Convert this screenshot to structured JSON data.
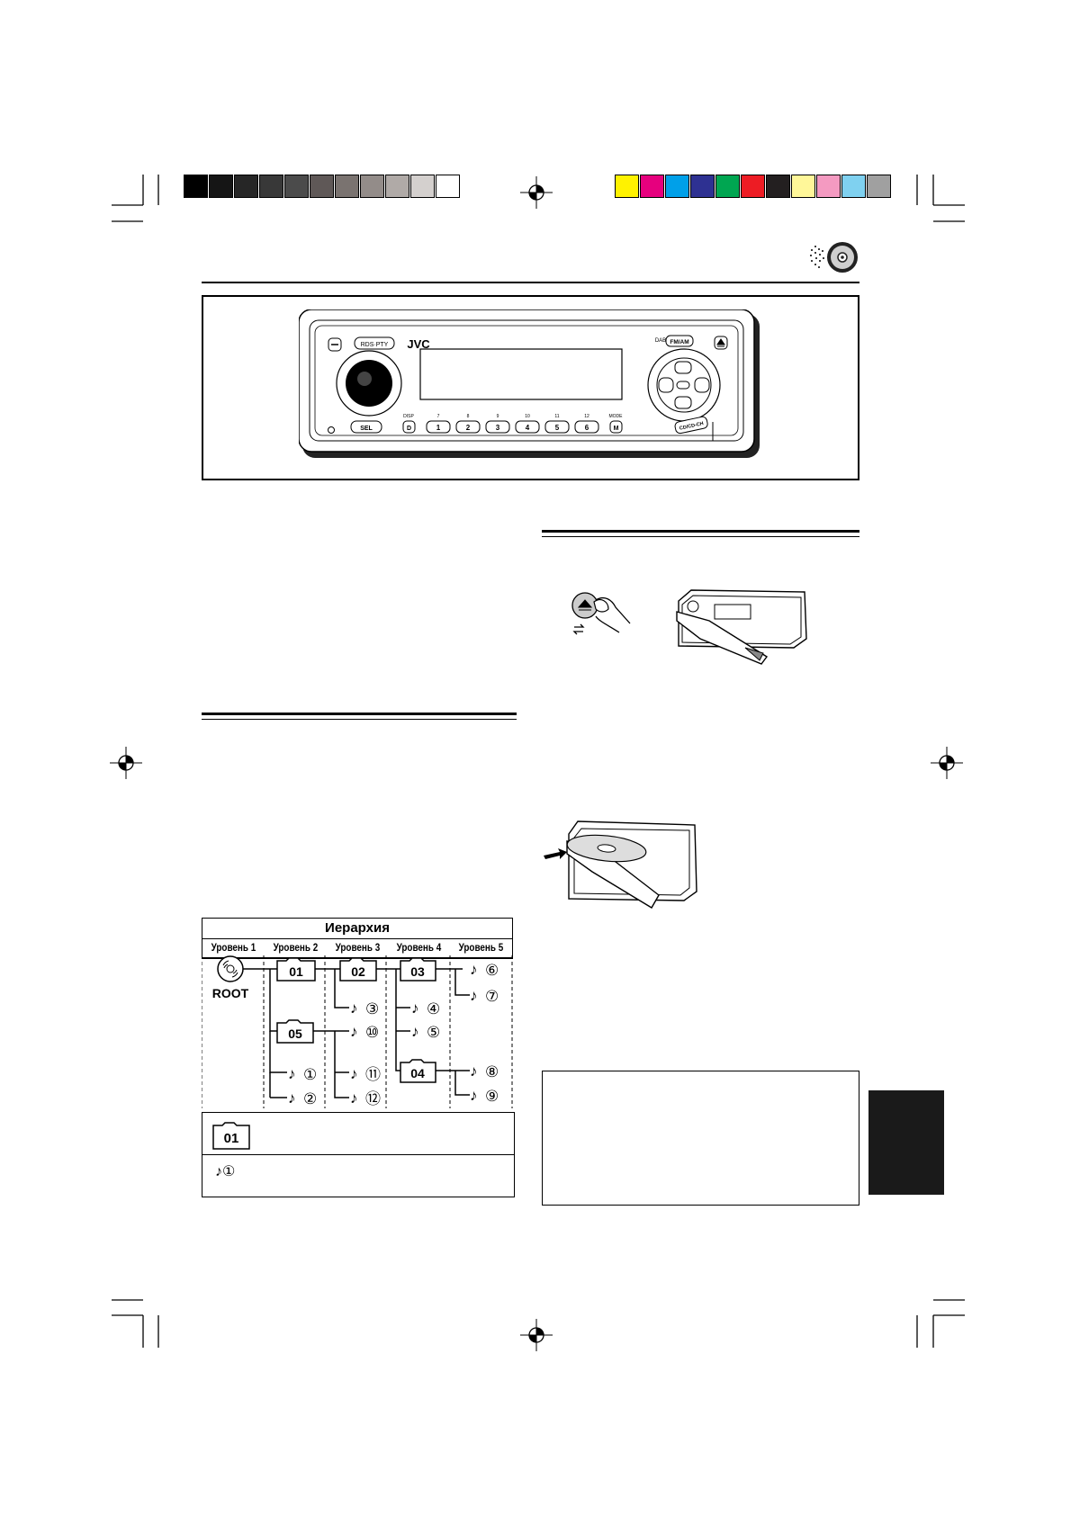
{
  "colors": {
    "grayscale": [
      "#000000",
      "#151515",
      "#262626",
      "#383838",
      "#4b4b4b",
      "#5f5857",
      "#7a7370",
      "#938c89",
      "#b0aaa7",
      "#d4d0ce",
      "#ffffff"
    ],
    "process": [
      "#fff200",
      "#e6007e",
      "#00a0e9",
      "#2e3192",
      "#00a651",
      "#ed1c24",
      "#231f20",
      "#fff799",
      "#f49ac1",
      "#7fd1f0",
      "#a0a0a0"
    ]
  },
  "icons": {
    "header": "cd-disc-icon",
    "crosshair": "registration-mark-icon"
  },
  "panel": {
    "brand": "JVC",
    "rds_pty": "RDS·PTY",
    "dab": "DAB",
    "fm_am": "FM/AM",
    "sel": "SEL",
    "disp": "DISP",
    "mode": "MODE",
    "d": "D",
    "m": "M",
    "cd_ch": "CD/CD-CH",
    "upper_numbers": [
      "7",
      "8",
      "9",
      "10",
      "11",
      "12"
    ],
    "presets": [
      "1",
      "2",
      "3",
      "4",
      "5",
      "6"
    ]
  },
  "hierarchy": {
    "title": "Иерархия",
    "levels": [
      "Уровень 1",
      "Уровень 2",
      "Уровень 3",
      "Уровень 4",
      "Уровень 5"
    ],
    "root": "ROOT",
    "folders": [
      "01",
      "02",
      "03",
      "04",
      "05"
    ],
    "tracks": [
      "①",
      "②",
      "③",
      "④",
      "⑤",
      "⑥",
      "⑦",
      "⑧",
      "⑨",
      "⑩",
      "⑪",
      "⑫"
    ]
  },
  "legend": {
    "folder": "01",
    "track": "①"
  }
}
